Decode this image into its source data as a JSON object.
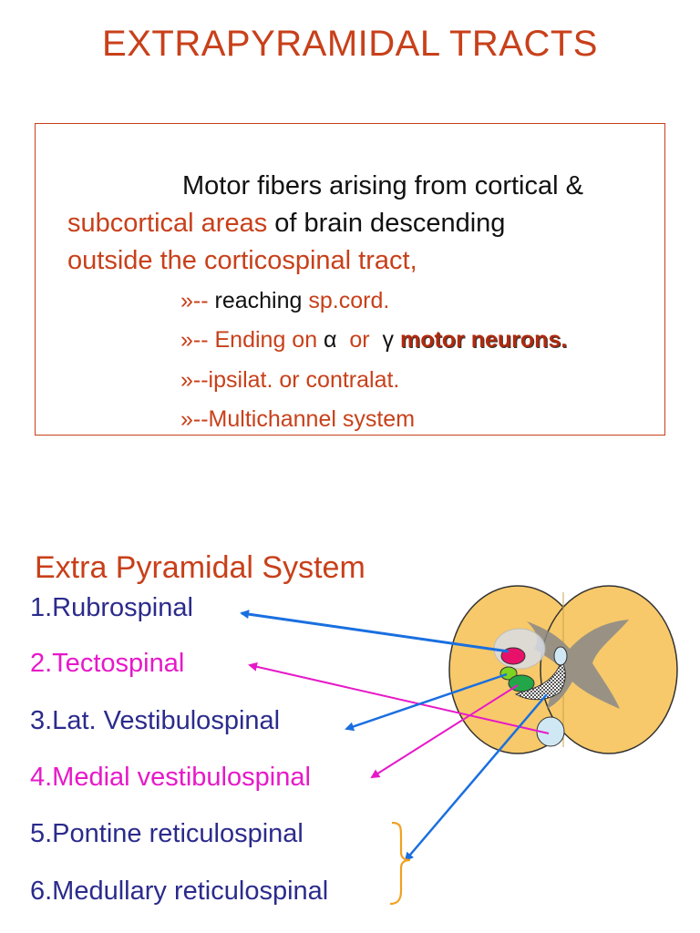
{
  "title": "EXTRAPYRAMIDAL TRACTS",
  "definition": {
    "line1": "Motor fibers arising from cortical &",
    "line2_red": "subcortical areas",
    "line2_rest": " of brain descending",
    "line3": "outside the corticospinal tract,"
  },
  "bullets": {
    "marker": "»",
    "b1_prefix": "-- ",
    "b1_dark": "reaching ",
    "b1_red": "sp.cord.",
    "b2_prefix": "-- Ending on ",
    "b2_alpha": "α",
    "b2_or": "  or  ",
    "b2_gamma": "γ",
    "b2_bold": "motor neurons.",
    "b3": "--ipsilat. or contralat.",
    "b4": "--Multichannel system"
  },
  "system_title": "Extra Pyramidal System",
  "tracts": [
    "1.Rubrospinal",
    "2.Tectospinal",
    "3.Lat. Vestibulospinal",
    "4.Medial vestibulospinal",
    "5.Pontine reticulospinal",
    "6.Medullary reticulospinal"
  ],
  "colors": {
    "accent_red": "#c8401a",
    "navy": "#2b2b8c",
    "magenta": "#e619c8",
    "arrow_blue": "#1a6fe0",
    "cord_fill": "#f7c96a",
    "brace": "#f0a020"
  }
}
